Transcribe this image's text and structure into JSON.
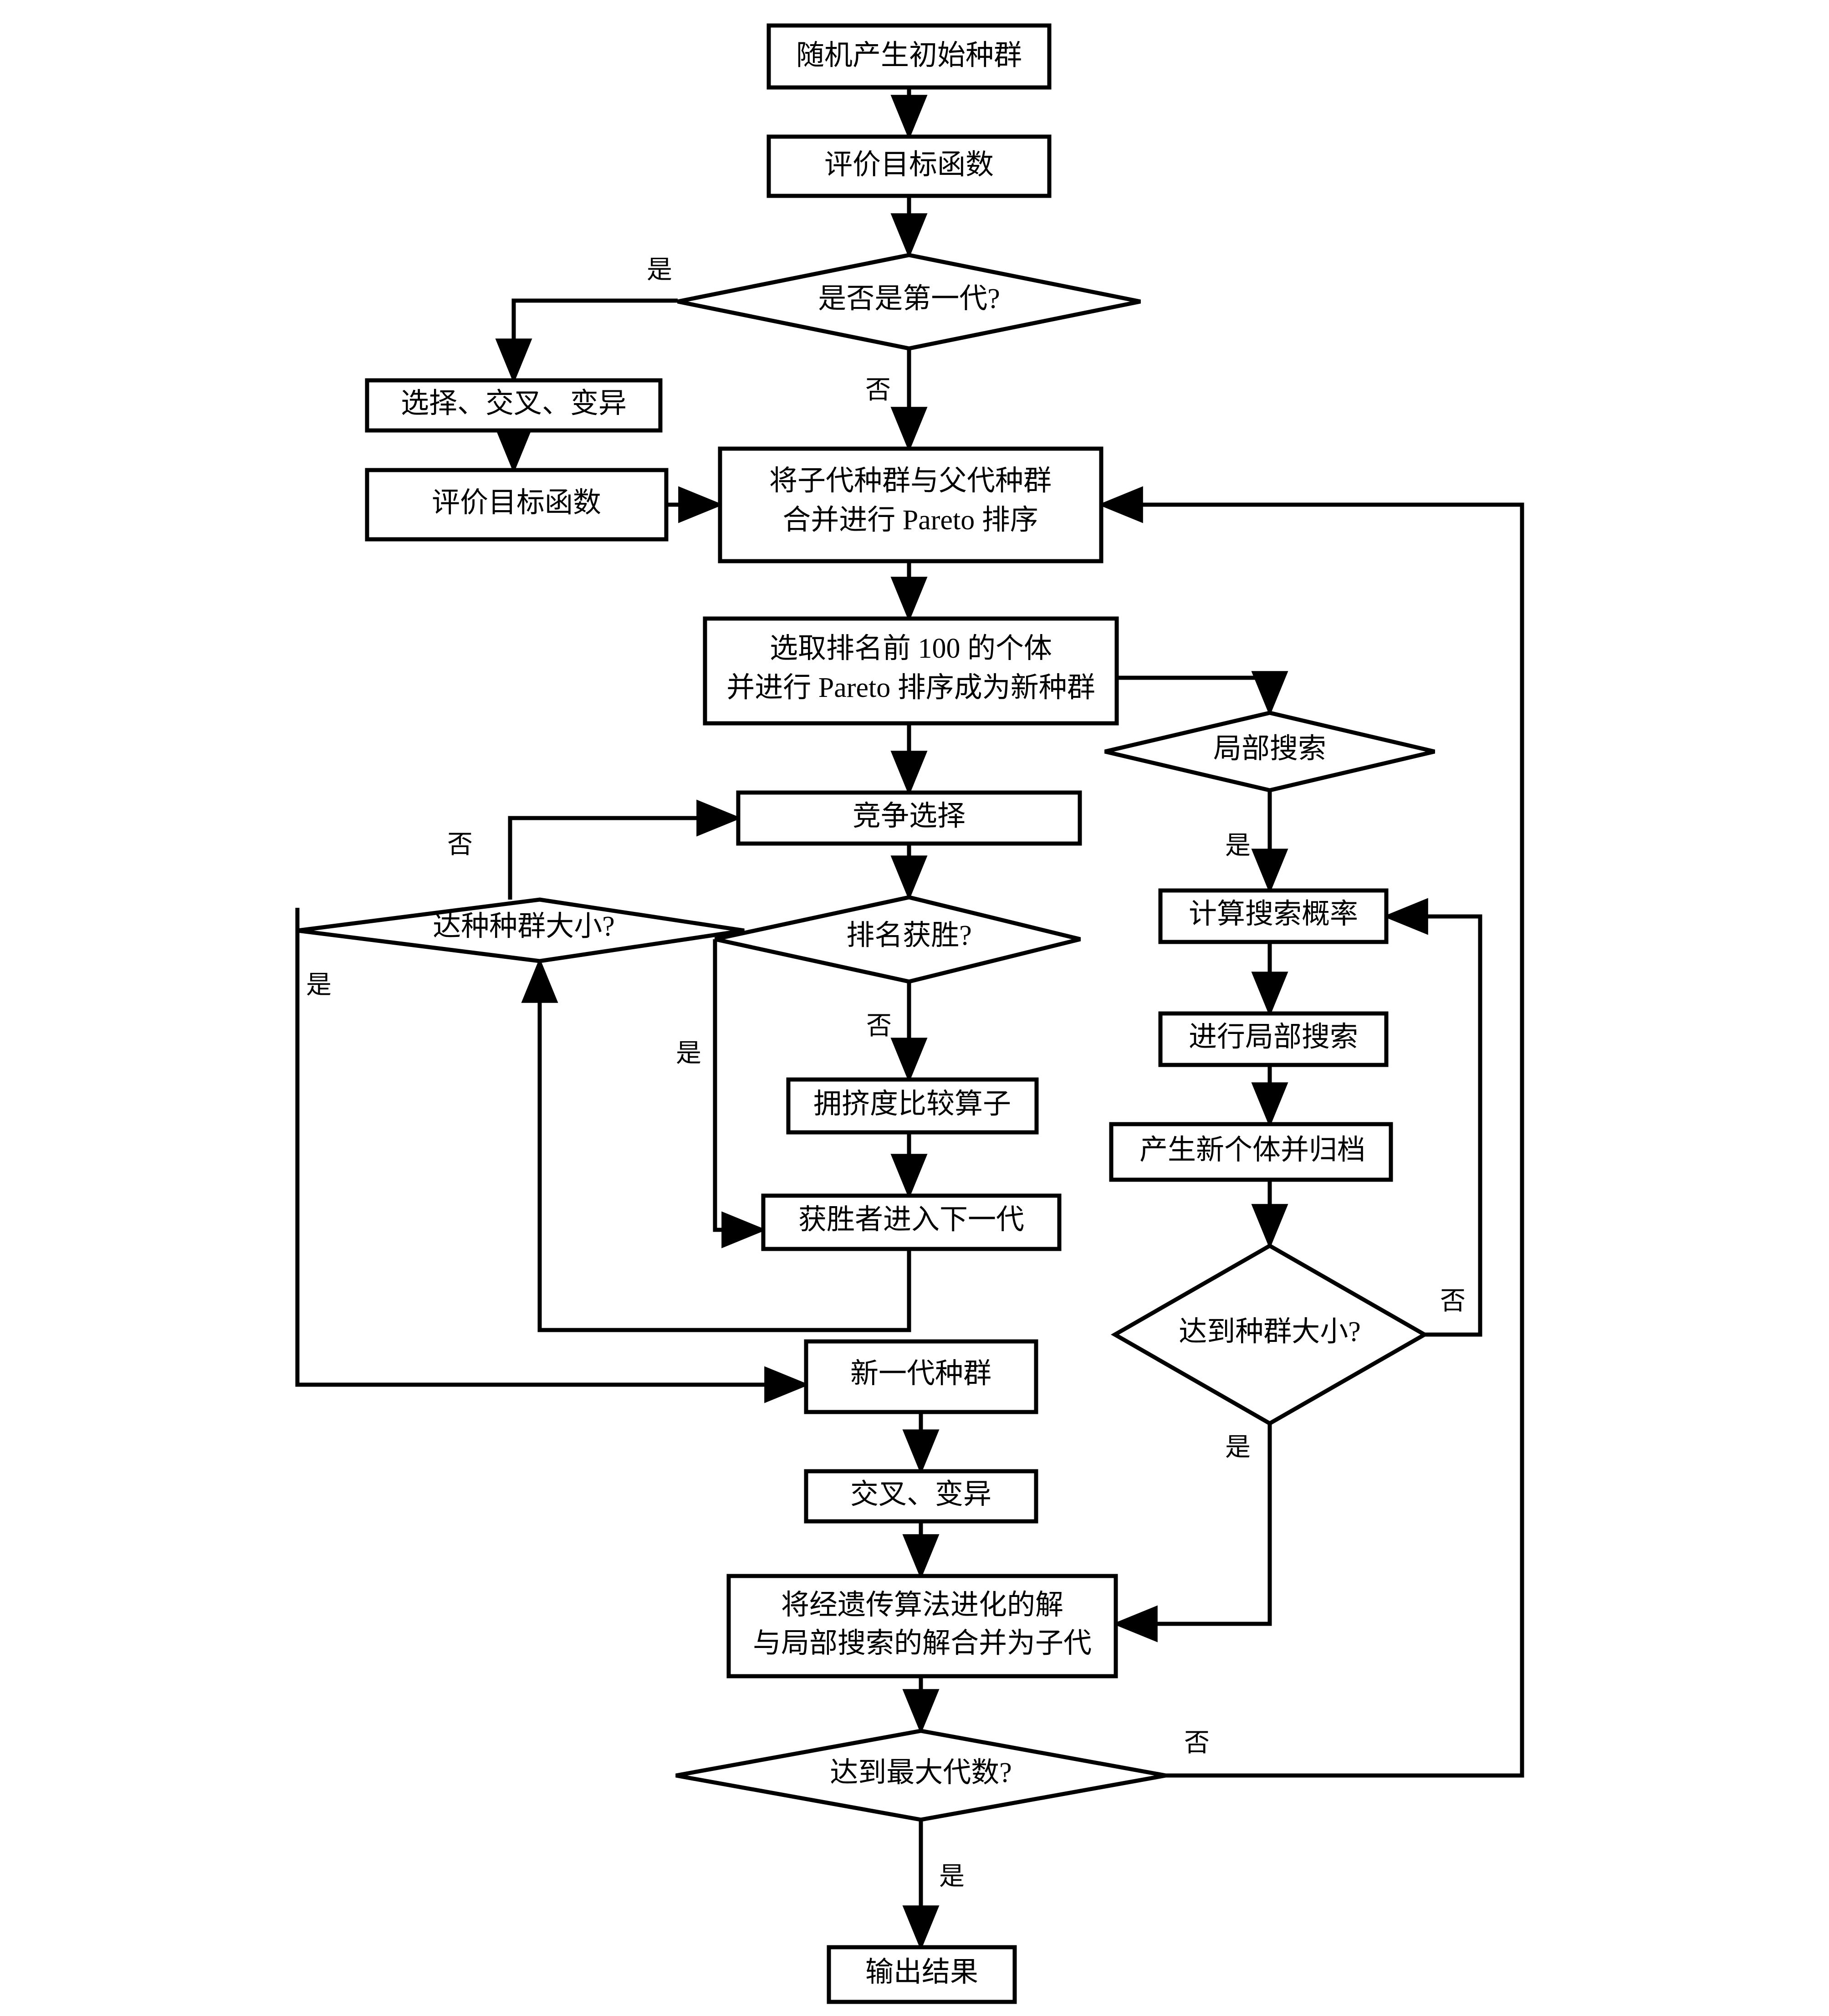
{
  "diagram": {
    "title": "多目标遗传算法与局部搜索混合流程图",
    "stroke_color": "#000000",
    "fill_color": "#ffffff",
    "background": "#ffffff",
    "nodes": [
      {
        "id": "n1",
        "shape": "rect",
        "text": "随机产生初始种群"
      },
      {
        "id": "n2",
        "shape": "rect",
        "text": "评价目标函数"
      },
      {
        "id": "n3",
        "shape": "diamond",
        "text": "是否是第一代?"
      },
      {
        "id": "n4",
        "shape": "rect",
        "text": "选择、交叉、变异"
      },
      {
        "id": "n5",
        "shape": "rect",
        "text": "评价目标函数"
      },
      {
        "id": "n6",
        "shape": "rect",
        "line1": "将子代种群与父代种群",
        "line2": "合并进行 Pareto 排序"
      },
      {
        "id": "n7",
        "shape": "rect",
        "line1": "选取排名前 100 的个体",
        "line2": "并进行 Pareto 排序成为新种群"
      },
      {
        "id": "n8",
        "shape": "rect",
        "text": "竞争选择"
      },
      {
        "id": "n9",
        "shape": "diamond",
        "text": "达种种群大小?"
      },
      {
        "id": "n10",
        "shape": "diamond",
        "text": "排名获胜?"
      },
      {
        "id": "n11",
        "shape": "rect",
        "text": "拥挤度比较算子"
      },
      {
        "id": "n12",
        "shape": "rect",
        "text": "获胜者进入下一代"
      },
      {
        "id": "n13",
        "shape": "rect",
        "text": "新一代种群"
      },
      {
        "id": "n14",
        "shape": "rect",
        "text": "交叉、变异"
      },
      {
        "id": "n15",
        "shape": "rect",
        "line1": "将经遗传算法进化的解",
        "line2": "与局部搜索的解合并为子代"
      },
      {
        "id": "n16",
        "shape": "diamond",
        "text": "达到最大代数?"
      },
      {
        "id": "n17",
        "shape": "rect",
        "text": "输出结果"
      },
      {
        "id": "n18",
        "shape": "diamond",
        "text": "局部搜索"
      },
      {
        "id": "n19",
        "shape": "rect",
        "text": "计算搜索概率"
      },
      {
        "id": "n20",
        "shape": "rect",
        "text": "进行局部搜索"
      },
      {
        "id": "n21",
        "shape": "rect",
        "text": "产生新个体并归档"
      },
      {
        "id": "n22",
        "shape": "diamond",
        "text": "达到种群大小?"
      }
    ],
    "edge_labels": [
      {
        "id": "e1",
        "text": "是",
        "from": "n3",
        "to": "n4"
      },
      {
        "id": "e2",
        "text": "否",
        "from": "n3",
        "to": "n6"
      },
      {
        "id": "e3",
        "text": "否",
        "from": "n9",
        "to": "n8"
      },
      {
        "id": "e4",
        "text": "是",
        "from": "n9",
        "to": "n13"
      },
      {
        "id": "e5",
        "text": "否",
        "from": "n10",
        "to": "n11"
      },
      {
        "id": "e6",
        "text": "是",
        "from": "n10",
        "to": "n12"
      },
      {
        "id": "e7",
        "text": "是",
        "from": "n18",
        "to": "n19"
      },
      {
        "id": "e8",
        "text": "否",
        "from": "n22",
        "to": "n19"
      },
      {
        "id": "e9",
        "text": "是",
        "from": "n22",
        "to": "n15"
      },
      {
        "id": "e10",
        "text": "否",
        "from": "n16",
        "to": "n6"
      },
      {
        "id": "e11",
        "text": "是",
        "from": "n16",
        "to": "n17"
      }
    ]
  }
}
